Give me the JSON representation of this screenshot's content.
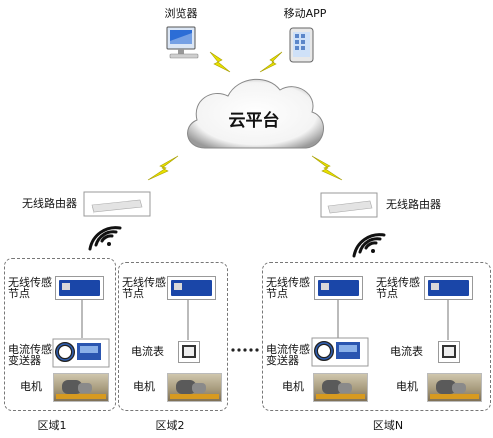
{
  "top": {
    "browser": "浏览器",
    "mobile_app": "移动APP"
  },
  "cloud": {
    "label": "云平台"
  },
  "routers": {
    "left": "无线路由器",
    "right": "无线路由器"
  },
  "zones": [
    {
      "caption": "区域1",
      "sensor_node": "无线传感\n节点",
      "transmitter": "电流传感\n变送器",
      "motor": "电机"
    },
    {
      "caption": "区域2",
      "sensor_node": "无线传感\n节点",
      "meter": "电流表",
      "motor": "电机"
    },
    {
      "caption": "区域N",
      "left": {
        "sensor_node": "无线传感\n节点",
        "transmitter": "电流传感\n变送器",
        "motor": "电机"
      },
      "right": {
        "sensor_node": "无线传感\n节点",
        "meter": "电流表",
        "motor": "电机"
      }
    }
  ],
  "colors": {
    "lightning": "#e8e000",
    "pcb": "#1a46a8",
    "cloud_fill": "#ffffff",
    "wifi": "#111111"
  }
}
